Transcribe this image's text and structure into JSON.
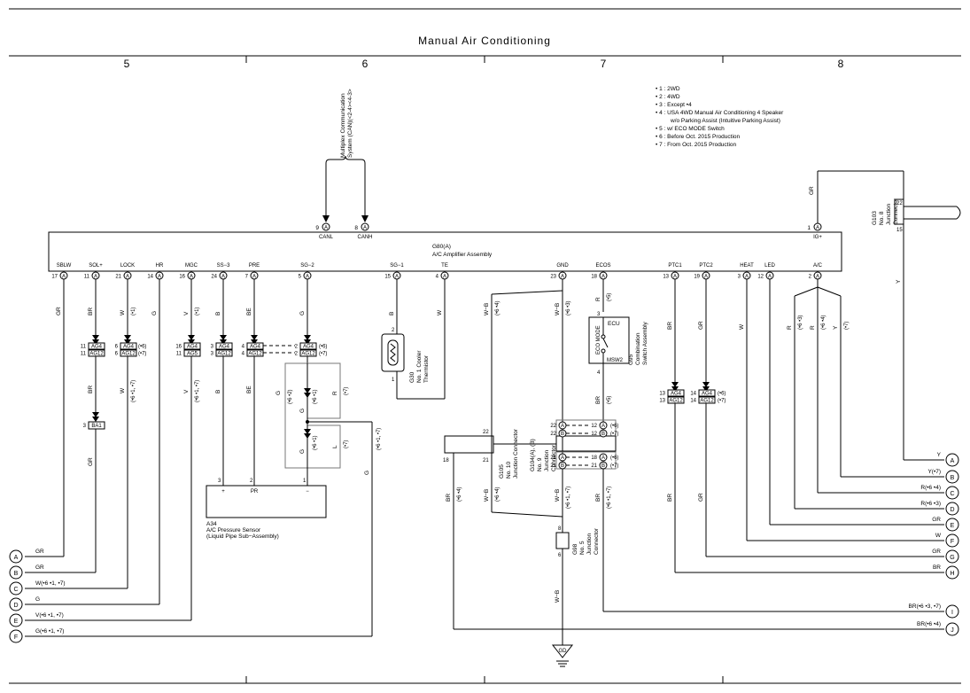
{
  "title": "Manual Air Conditioning",
  "sections": [
    "5",
    "6",
    "7",
    "8"
  ],
  "notes": [
    "• 1 : 2WD",
    "• 2 : 4WD",
    "• 3 : Except •4",
    "• 4 : USA 4WD Manual Air Conditioning 4 Speaker",
    "w/o Parking Assist (Intuitive Parking Assist)",
    "• 5 : w/ ECO MODE Switch",
    "• 6 : Before Oct.  2015 Production",
    "• 7 : From Oct.  2015 Production"
  ],
  "can_label": [
    "Multiplex Communication",
    "System (CAN)(<2-4><4-3>"
  ],
  "amp": {
    "code": "G80(A)",
    "name": "A/C Amplifier Assembly"
  },
  "top_pins": [
    {
      "num": "9",
      "name": "CANL"
    },
    {
      "num": "8",
      "name": "CANH"
    },
    {
      "num": "1",
      "name": "IG+"
    }
  ],
  "bottom_pins": [
    {
      "num": "17",
      "name": "SBLW"
    },
    {
      "num": "11",
      "name": "SOL+"
    },
    {
      "num": "21",
      "name": "LOCK"
    },
    {
      "num": "14",
      "name": "HR"
    },
    {
      "num": "16",
      "name": "MGC"
    },
    {
      "num": "24",
      "name": "SS−3"
    },
    {
      "num": "7",
      "name": "PRE"
    },
    {
      "num": "5",
      "name": "SG−2"
    },
    {
      "num": "15",
      "name": "SG−1"
    },
    {
      "num": "4",
      "name": "TE"
    },
    {
      "num": "23",
      "name": "GND"
    },
    {
      "num": "18",
      "name": "ECOS"
    },
    {
      "num": "13",
      "name": "PTC1"
    },
    {
      "num": "19",
      "name": "PTC2"
    },
    {
      "num": "3",
      "name": "HEAT"
    },
    {
      "num": "12",
      "name": "LED"
    },
    {
      "num": "2",
      "name": "A/C"
    }
  ],
  "pin_letter": "A",
  "wire_labels": [
    "GR",
    "BR",
    "W",
    "G",
    "V",
    "B",
    "BE",
    "G",
    "B",
    "W",
    "W−B",
    "W−B",
    "R",
    "BR",
    "GR",
    "W",
    "R",
    "R",
    "Y",
    "GR",
    "Y"
  ],
  "wire_notes": [
    "(•1)",
    "(•1)",
    "(•6 •4)",
    "(•6 •1)",
    "(•5)",
    "(•6 •3)",
    "(•6 •4)",
    "(•7)"
  ],
  "connectors": {
    "ag4": "AG4",
    "ag12": "AG12",
    "ag5": "AG5",
    "ba1": "BA1",
    "n6": "(•6)",
    "n7": "(•7)",
    "n67": "(•6 •1, •7)"
  },
  "thermistor": {
    "code": "G30",
    "name": [
      "No. 1 Cooler",
      "Thermistor"
    ]
  },
  "eco_switch": {
    "ecu": "ECU",
    "mode": "ECO MODE",
    "msw": "MSW2",
    "code": "G95",
    "name": [
      "Combination",
      "Switch Assembly"
    ]
  },
  "pressure_sensor": {
    "code": "A34",
    "name": "A/C Pressure Sensor",
    "sub": "(Liquid Pipe Sub−Assembly)",
    "pins": [
      "+",
      "PR",
      "−"
    ]
  },
  "jc10": {
    "code": "G105",
    "name": [
      "No. 10",
      "Junction Connector"
    ]
  },
  "jc9": {
    "code": "G104(A), (B)",
    "name": [
      "No. 9",
      "Junction",
      "Connector"
    ]
  },
  "jc5": {
    "code": "G98",
    "name": [
      "No. 5",
      "Junction",
      "Connector"
    ]
  },
  "jc8": {
    "code": "G103",
    "name": [
      "No. 8",
      "Junction",
      "Connector"
    ]
  },
  "ground": "GD",
  "left_offpage": [
    {
      "letter": "A",
      "label": "GR"
    },
    {
      "letter": "B",
      "label": "GR"
    },
    {
      "letter": "C",
      "label": "W(•6 •1, •7)"
    },
    {
      "letter": "D",
      "label": "G"
    },
    {
      "letter": "E",
      "label": "V(•6 •1, •7)"
    },
    {
      "letter": "F",
      "label": "G(•6 •1, •7)"
    }
  ],
  "right_offpage": [
    {
      "letter": "A",
      "label": "Y"
    },
    {
      "letter": "B",
      "label": "Y(•7)"
    },
    {
      "letter": "C",
      "label": "R(•6 •4)"
    },
    {
      "letter": "D",
      "label": "R(•6 •3)"
    },
    {
      "letter": "E",
      "label": "GR"
    },
    {
      "letter": "F",
      "label": "W"
    },
    {
      "letter": "G",
      "label": "GR"
    },
    {
      "letter": "H",
      "label": "BR"
    },
    {
      "letter": "I",
      "label": "BR(•6 •3, •7)"
    },
    {
      "letter": "J",
      "label": "BR(•6 •4)"
    }
  ]
}
